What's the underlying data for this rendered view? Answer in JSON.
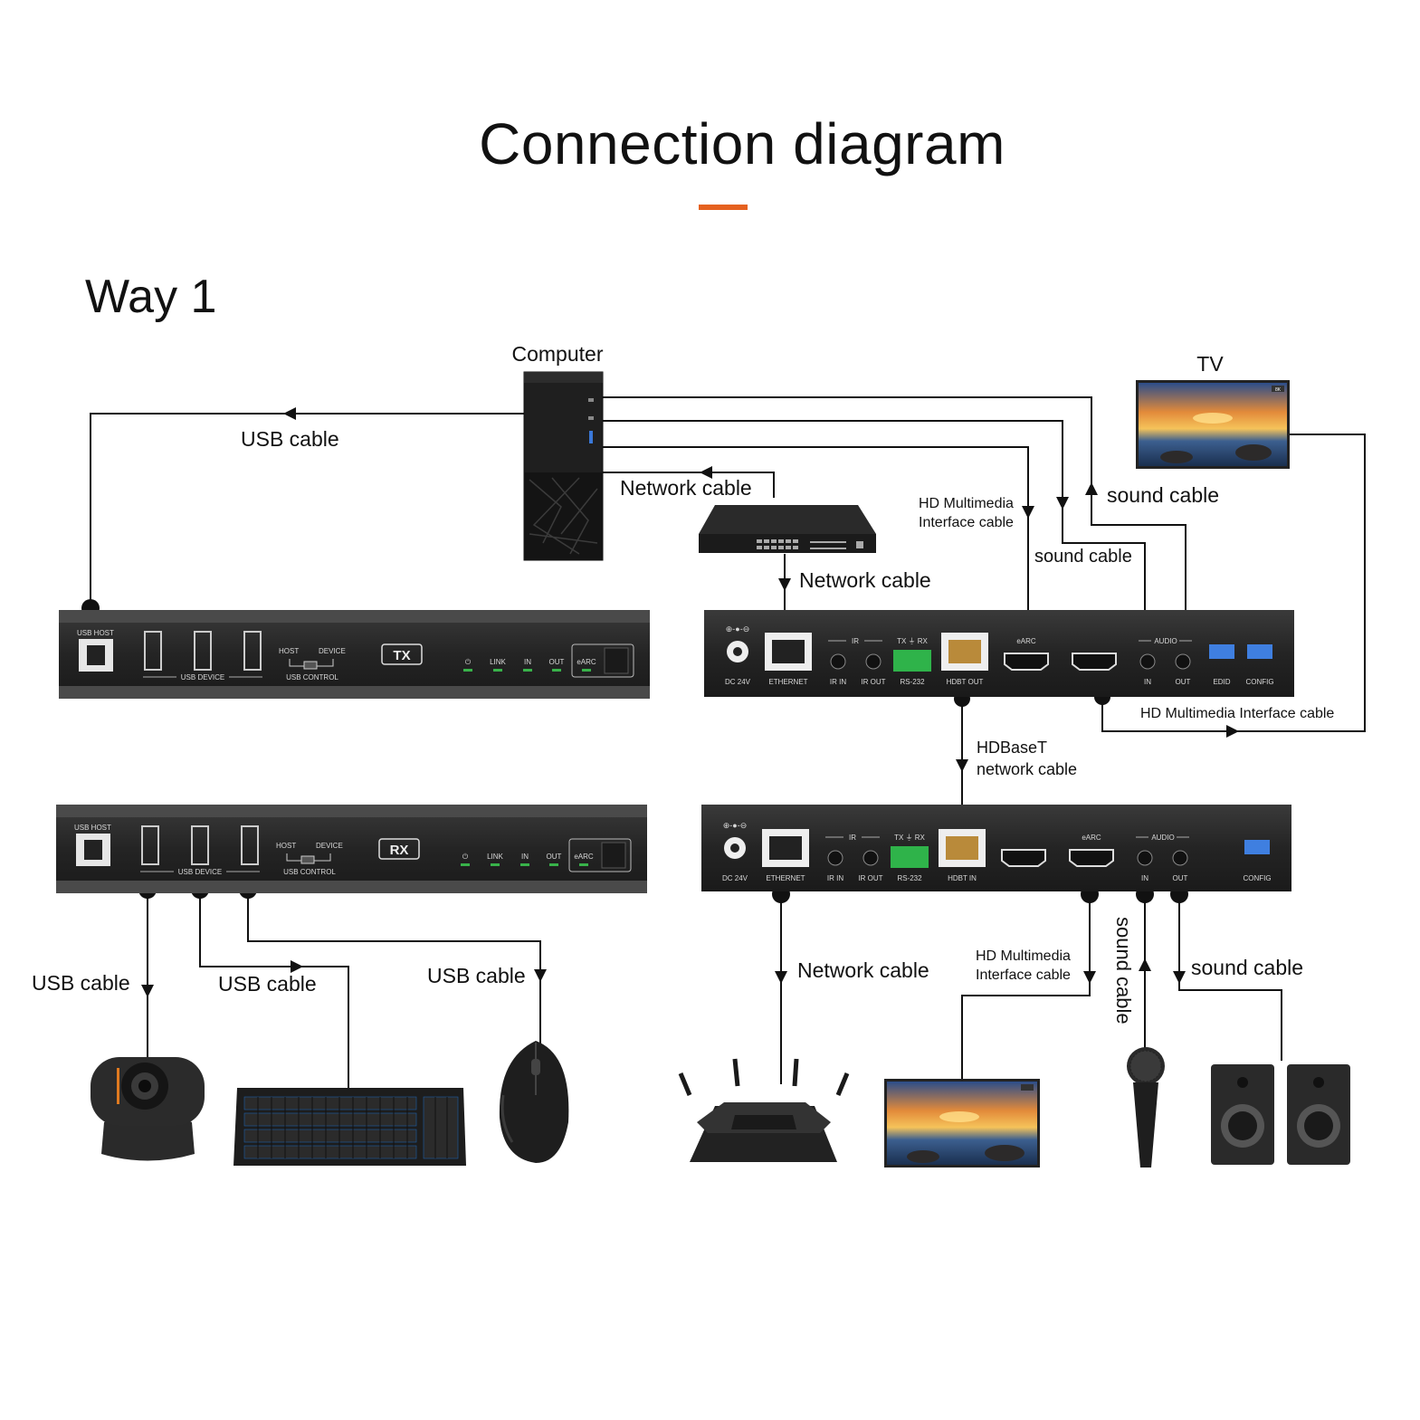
{
  "title": "Connection diagram",
  "accent_color": "#e5611f",
  "section": "Way 1",
  "devices": {
    "computer": "Computer",
    "tv": "TV"
  },
  "cables": {
    "usb_top": "USB cable",
    "network_top": "Network cable",
    "network_switch": "Network cable",
    "hdmi_top_line1": "HD Multimedia",
    "hdmi_top_line2": "Interface cable",
    "sound_top_right": "sound cable",
    "sound_top_mid": "sound cable",
    "hdmi_tv": "HD Multimedia Interface cable",
    "hdbaset_line1": "HDBaseT",
    "hdbaset_line2": "network cable",
    "usb_webcam": "USB cable",
    "usb_keyboard": "USB cable",
    "usb_mouse": "USB cable",
    "network_router": "Network cable",
    "hdmi_bottom_line1": "HD Multimedia",
    "hdmi_bottom_line2": "Interface cable",
    "sound_mic": "sound cable",
    "sound_speaker": "sound cable"
  },
  "kvm_tx": {
    "badge": "TX",
    "usb_host": "USB HOST",
    "usb_device": "USB DEVICE",
    "host": "HOST",
    "device": "DEVICE",
    "usb_control": "USB CONTROL",
    "link": "LINK",
    "in": "IN",
    "out": "OUT",
    "earc": "eARC"
  },
  "kvm_rx": {
    "badge": "RX",
    "usb_host": "USB HOST",
    "usb_device": "USB DEVICE",
    "host": "HOST",
    "device": "DEVICE",
    "usb_control": "USB CONTROL",
    "link": "LINK",
    "in": "IN",
    "out": "OUT",
    "earc": "eARC"
  },
  "ext_tx": {
    "dc": "DC 24V",
    "ethernet": "ETHERNET",
    "ir": "IR",
    "ir_in": "IR IN",
    "ir_out": "IR OUT",
    "txrx": "TX ⏚ RX",
    "rs232": "RS-232",
    "hdbt": "HDBT OUT",
    "earc": "eARC",
    "audio": "AUDIO",
    "a_in": "IN",
    "a_out": "OUT",
    "edid": "EDID",
    "config": "CONFIG"
  },
  "ext_rx": {
    "dc": "DC 24V",
    "ethernet": "ETHERNET",
    "ir": "IR",
    "ir_in": "IR IN",
    "ir_out": "IR OUT",
    "txrx": "TX ⏚ RX",
    "rs232": "RS-232",
    "hdbt": "HDBT IN",
    "earc": "eARC",
    "audio": "AUDIO",
    "a_in": "IN",
    "a_out": "OUT",
    "config": "CONFIG"
  },
  "tv_badge": "8K"
}
